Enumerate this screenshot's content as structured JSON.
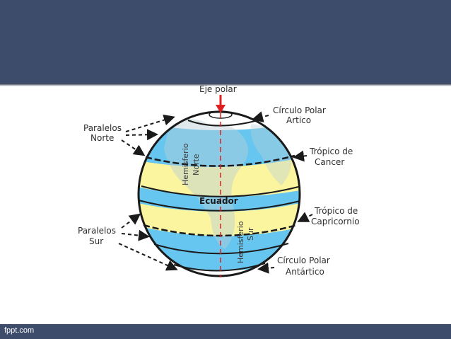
{
  "labels": {
    "axis": "Eje polar",
    "arctic_circle": [
      "Círculo Polar",
      "Artico"
    ],
    "tropic_cancer": [
      "Trópico de",
      "Cancer"
    ],
    "tropic_capricorn": [
      "Trópico de",
      "Capricornio"
    ],
    "antarctic_circle": [
      "Círculo Polar",
      "Antártico"
    ],
    "north_parallels": [
      "Paralelos",
      "Norte"
    ],
    "south_parallels": [
      "Paralelos",
      "Sur"
    ],
    "equator": "Ecuador",
    "north_hemisphere": [
      "Hemisferio",
      "Norte"
    ],
    "south_hemisphere": [
      "Hemisferio",
      "Sur"
    ]
  },
  "footer": {
    "text": "fppt.com"
  },
  "colors": {
    "header": "#3d4c6b",
    "ocean": "#66c6f0",
    "tropic_band": "#fbf5a0",
    "land": "#b8cfd8",
    "outline": "#1a1a1a",
    "axis": "#e02020"
  }
}
